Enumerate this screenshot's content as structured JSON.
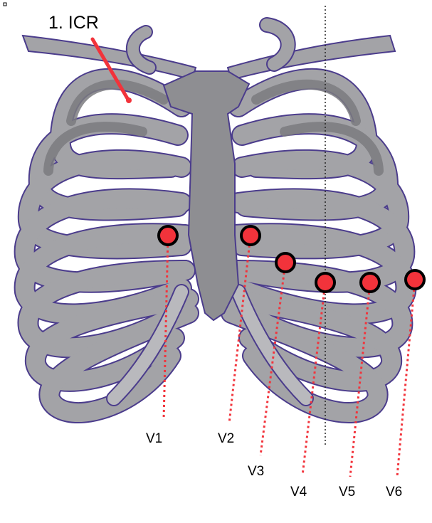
{
  "diagram": {
    "annotation": "1. ICR",
    "electrodes": [
      {
        "label": "V1"
      },
      {
        "label": "V2"
      },
      {
        "label": "V3"
      },
      {
        "label": "V4"
      },
      {
        "label": "V5"
      },
      {
        "label": "V6"
      }
    ]
  },
  "colors": {
    "electrode": "#f2333b",
    "bone": "#a3a3a7",
    "bone_dark": "#7c7c80",
    "cartilage": "#b9b9bd",
    "outline": "#4b3c8c",
    "line": "#f2333b"
  },
  "icons": [
    "corner-marker-icon"
  ]
}
